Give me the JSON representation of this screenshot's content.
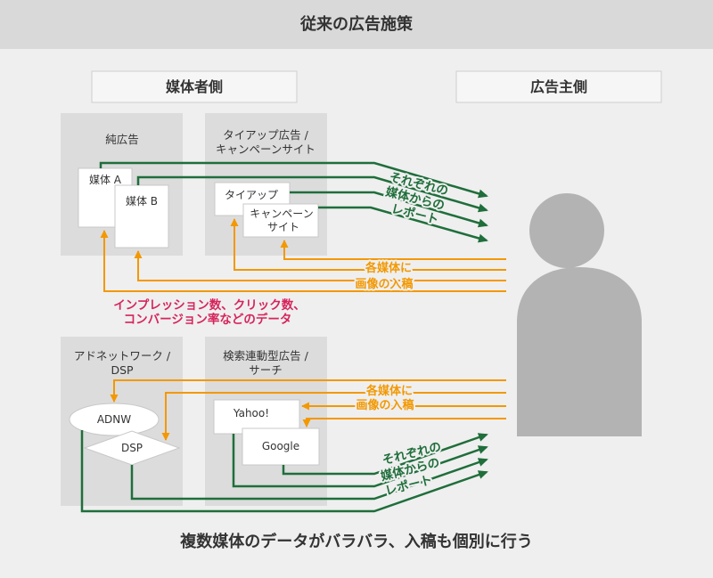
{
  "header": {
    "title": "従来の広告施策"
  },
  "sides": {
    "publisher": "媒体者側",
    "advertiser": "広告主側"
  },
  "panels": {
    "pure_ad": {
      "title": "純広告",
      "media_a": "媒体 A",
      "media_b": "媒体 B"
    },
    "tieup": {
      "title": [
        "タイアップ広告 /",
        "キャンペーンサイト"
      ],
      "tieup_box": "タイアップ",
      "campaign_box": [
        "キャンペーン",
        "サイト"
      ]
    },
    "adnetwork": {
      "title": [
        "アドネットワーク /",
        "DSP"
      ],
      "adnw": "ADNW",
      "dsp": "DSP"
    },
    "search": {
      "title": [
        "検索連動型広告 /",
        "サーチ"
      ],
      "yahoo": "Yahoo!",
      "google": "Google"
    }
  },
  "annotations": {
    "report_top": [
      "それぞれの",
      "媒体からの",
      "レポート"
    ],
    "submission_top": [
      "各媒体に",
      "画像の入稿"
    ],
    "metrics": [
      "インプレッション数、クリック数、",
      "コンバージョン率などのデータ"
    ],
    "submission_bottom": [
      "各媒体に",
      "画像の入稿"
    ],
    "report_bottom": [
      "それぞれの",
      "媒体からの",
      "レポート"
    ]
  },
  "footer": {
    "summary": "複数媒体のデータがバラバラ、入稿も個別に行う"
  },
  "icons": {
    "advertiser": "person-icon"
  },
  "colors": {
    "report_arrow": "#1f6e3b",
    "submission_arrow": "#f39800",
    "metrics_text": "#d6245c",
    "silhouette": "#b3b3b3"
  }
}
